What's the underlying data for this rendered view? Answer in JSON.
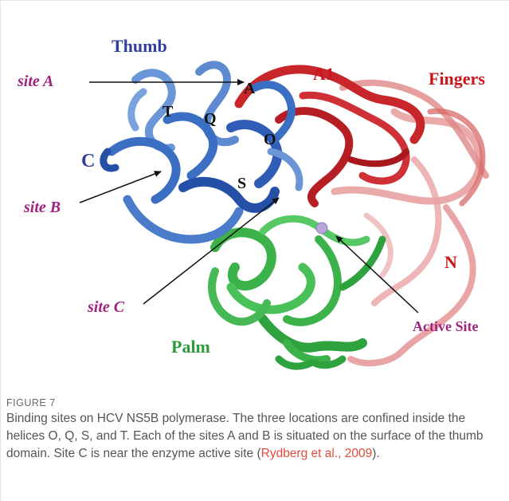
{
  "figure": {
    "labels": {
      "thumb": "Thumb",
      "fingers": "Fingers",
      "palm": "Palm",
      "lambda1": "Λ1",
      "site_a": "site A",
      "site_b": "site B",
      "site_c": "site C",
      "active_site": "Active Site",
      "helix_a": "A",
      "helix_t": "T",
      "helix_q": "Q",
      "helix_o": "O",
      "helix_s": "S",
      "terminus_c": "C",
      "terminus_n": "N"
    },
    "colors": {
      "thumb": "#3b6fc4",
      "thumb_dark": "#2450a8",
      "fingers": "#c8262b",
      "fingers_light": "#e59595",
      "palm": "#3bb34a",
      "magenta_label": "#a0237f",
      "domain_label_blue": "#2f3f9a",
      "domain_label_red": "#c8161d",
      "domain_label_green": "#2c9b3c",
      "active_site_sphere": "#b8a6d9"
    }
  },
  "caption": {
    "heading": "FIGURE 7",
    "text": "Binding sites on HCV NS5B polymerase. The three locations are confined inside the helices O, Q, S, and T. Each of the sites A and B is situated on the surface of the thumb domain. Site C is near the enzyme active site (",
    "citation": "Rydberg et al., 2009",
    "text_end": ")."
  }
}
